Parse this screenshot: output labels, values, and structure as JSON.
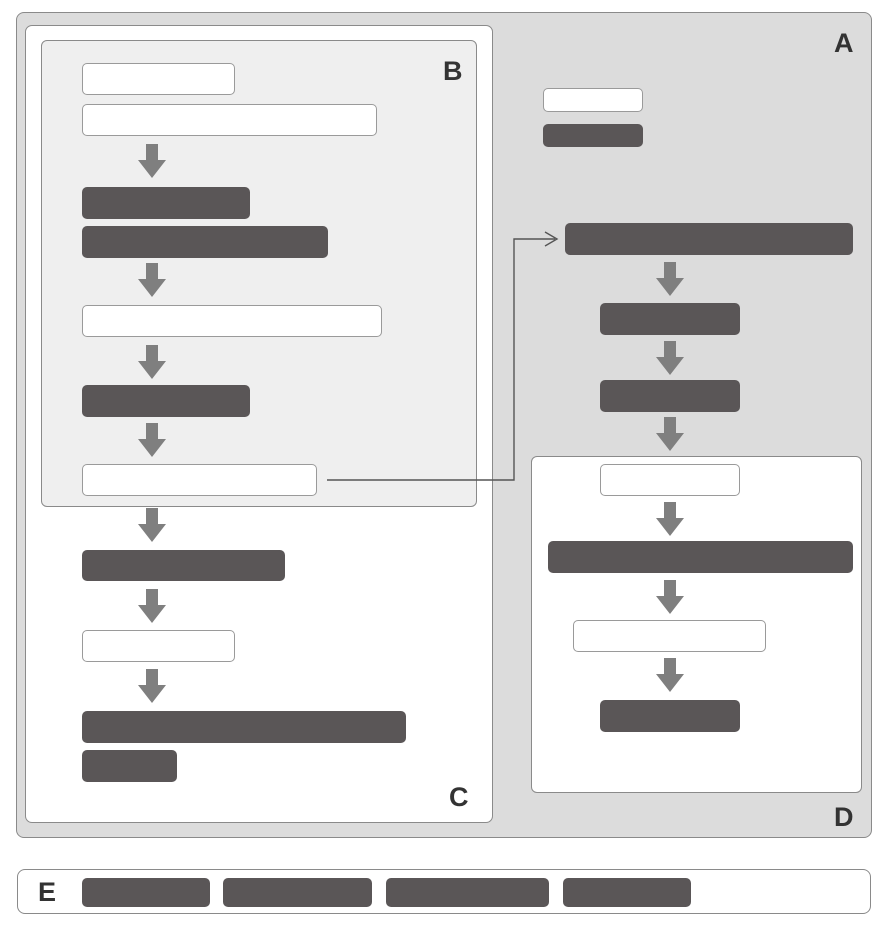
{
  "diagram": {
    "panels": {
      "a": {
        "label": "A"
      },
      "b": {
        "label": "B"
      },
      "c": {
        "label": "C"
      },
      "d": {
        "label": "D"
      },
      "e": {
        "label": "E"
      }
    },
    "colors": {
      "outer_background": "#dcdcdc",
      "panel_b_background": "#efefef",
      "dark_block": "#5a5657",
      "light_block": "#ffffff",
      "arrow": "#7f7f7f",
      "connector_line": "#555555"
    },
    "flows": {
      "left_column": [
        "light",
        "light",
        "dark",
        "dark",
        "light",
        "dark",
        "light",
        "dark",
        "light",
        "dark",
        "dark"
      ],
      "right_column": [
        "light",
        "dark",
        "dark",
        "dark",
        "dark",
        "light",
        "dark",
        "light",
        "dark"
      ],
      "bottom_bar": [
        "dark",
        "dark",
        "dark",
        "dark"
      ]
    }
  }
}
